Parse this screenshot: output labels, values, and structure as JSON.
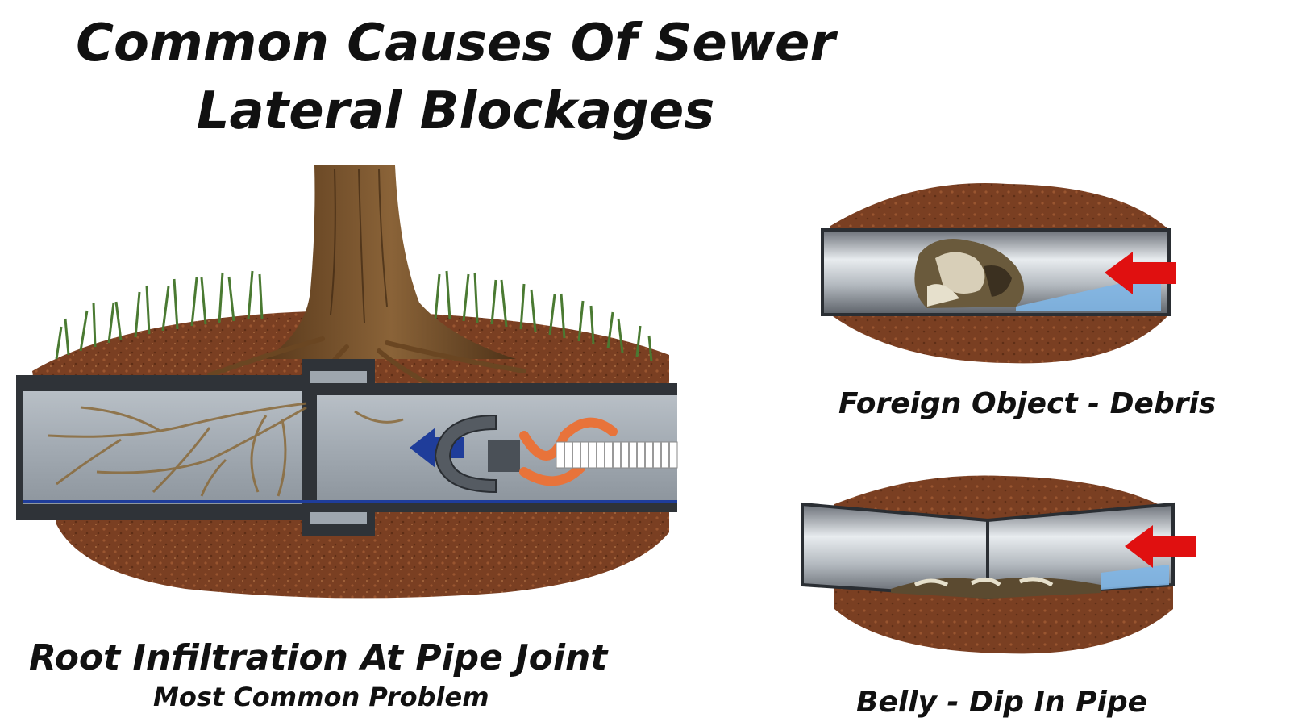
{
  "title": {
    "line1": "Common Causes Of Sewer",
    "line2": "Lateral Blockages"
  },
  "panels": {
    "root": {
      "caption": "Root Infiltration At Pipe Joint",
      "subcaption": "Most Common Problem"
    },
    "debris": {
      "caption": "Foreign Object - Debris"
    },
    "belly": {
      "caption": "Belly - Dip In Pipe"
    }
  },
  "colors": {
    "soil": "#7a3f22",
    "grass": "#4a7a32",
    "pipe": "#9aa3ab",
    "water": "#7fb6e6",
    "arrow_blue": "#1f3d9a",
    "arrow_red": "#e01010",
    "auger": "#e8733a"
  },
  "icons": [
    "tree-icon",
    "grass-icon",
    "pipe-icon",
    "root-icon",
    "auger-cutter-icon",
    "flow-arrow-icon",
    "debris-icon"
  ]
}
